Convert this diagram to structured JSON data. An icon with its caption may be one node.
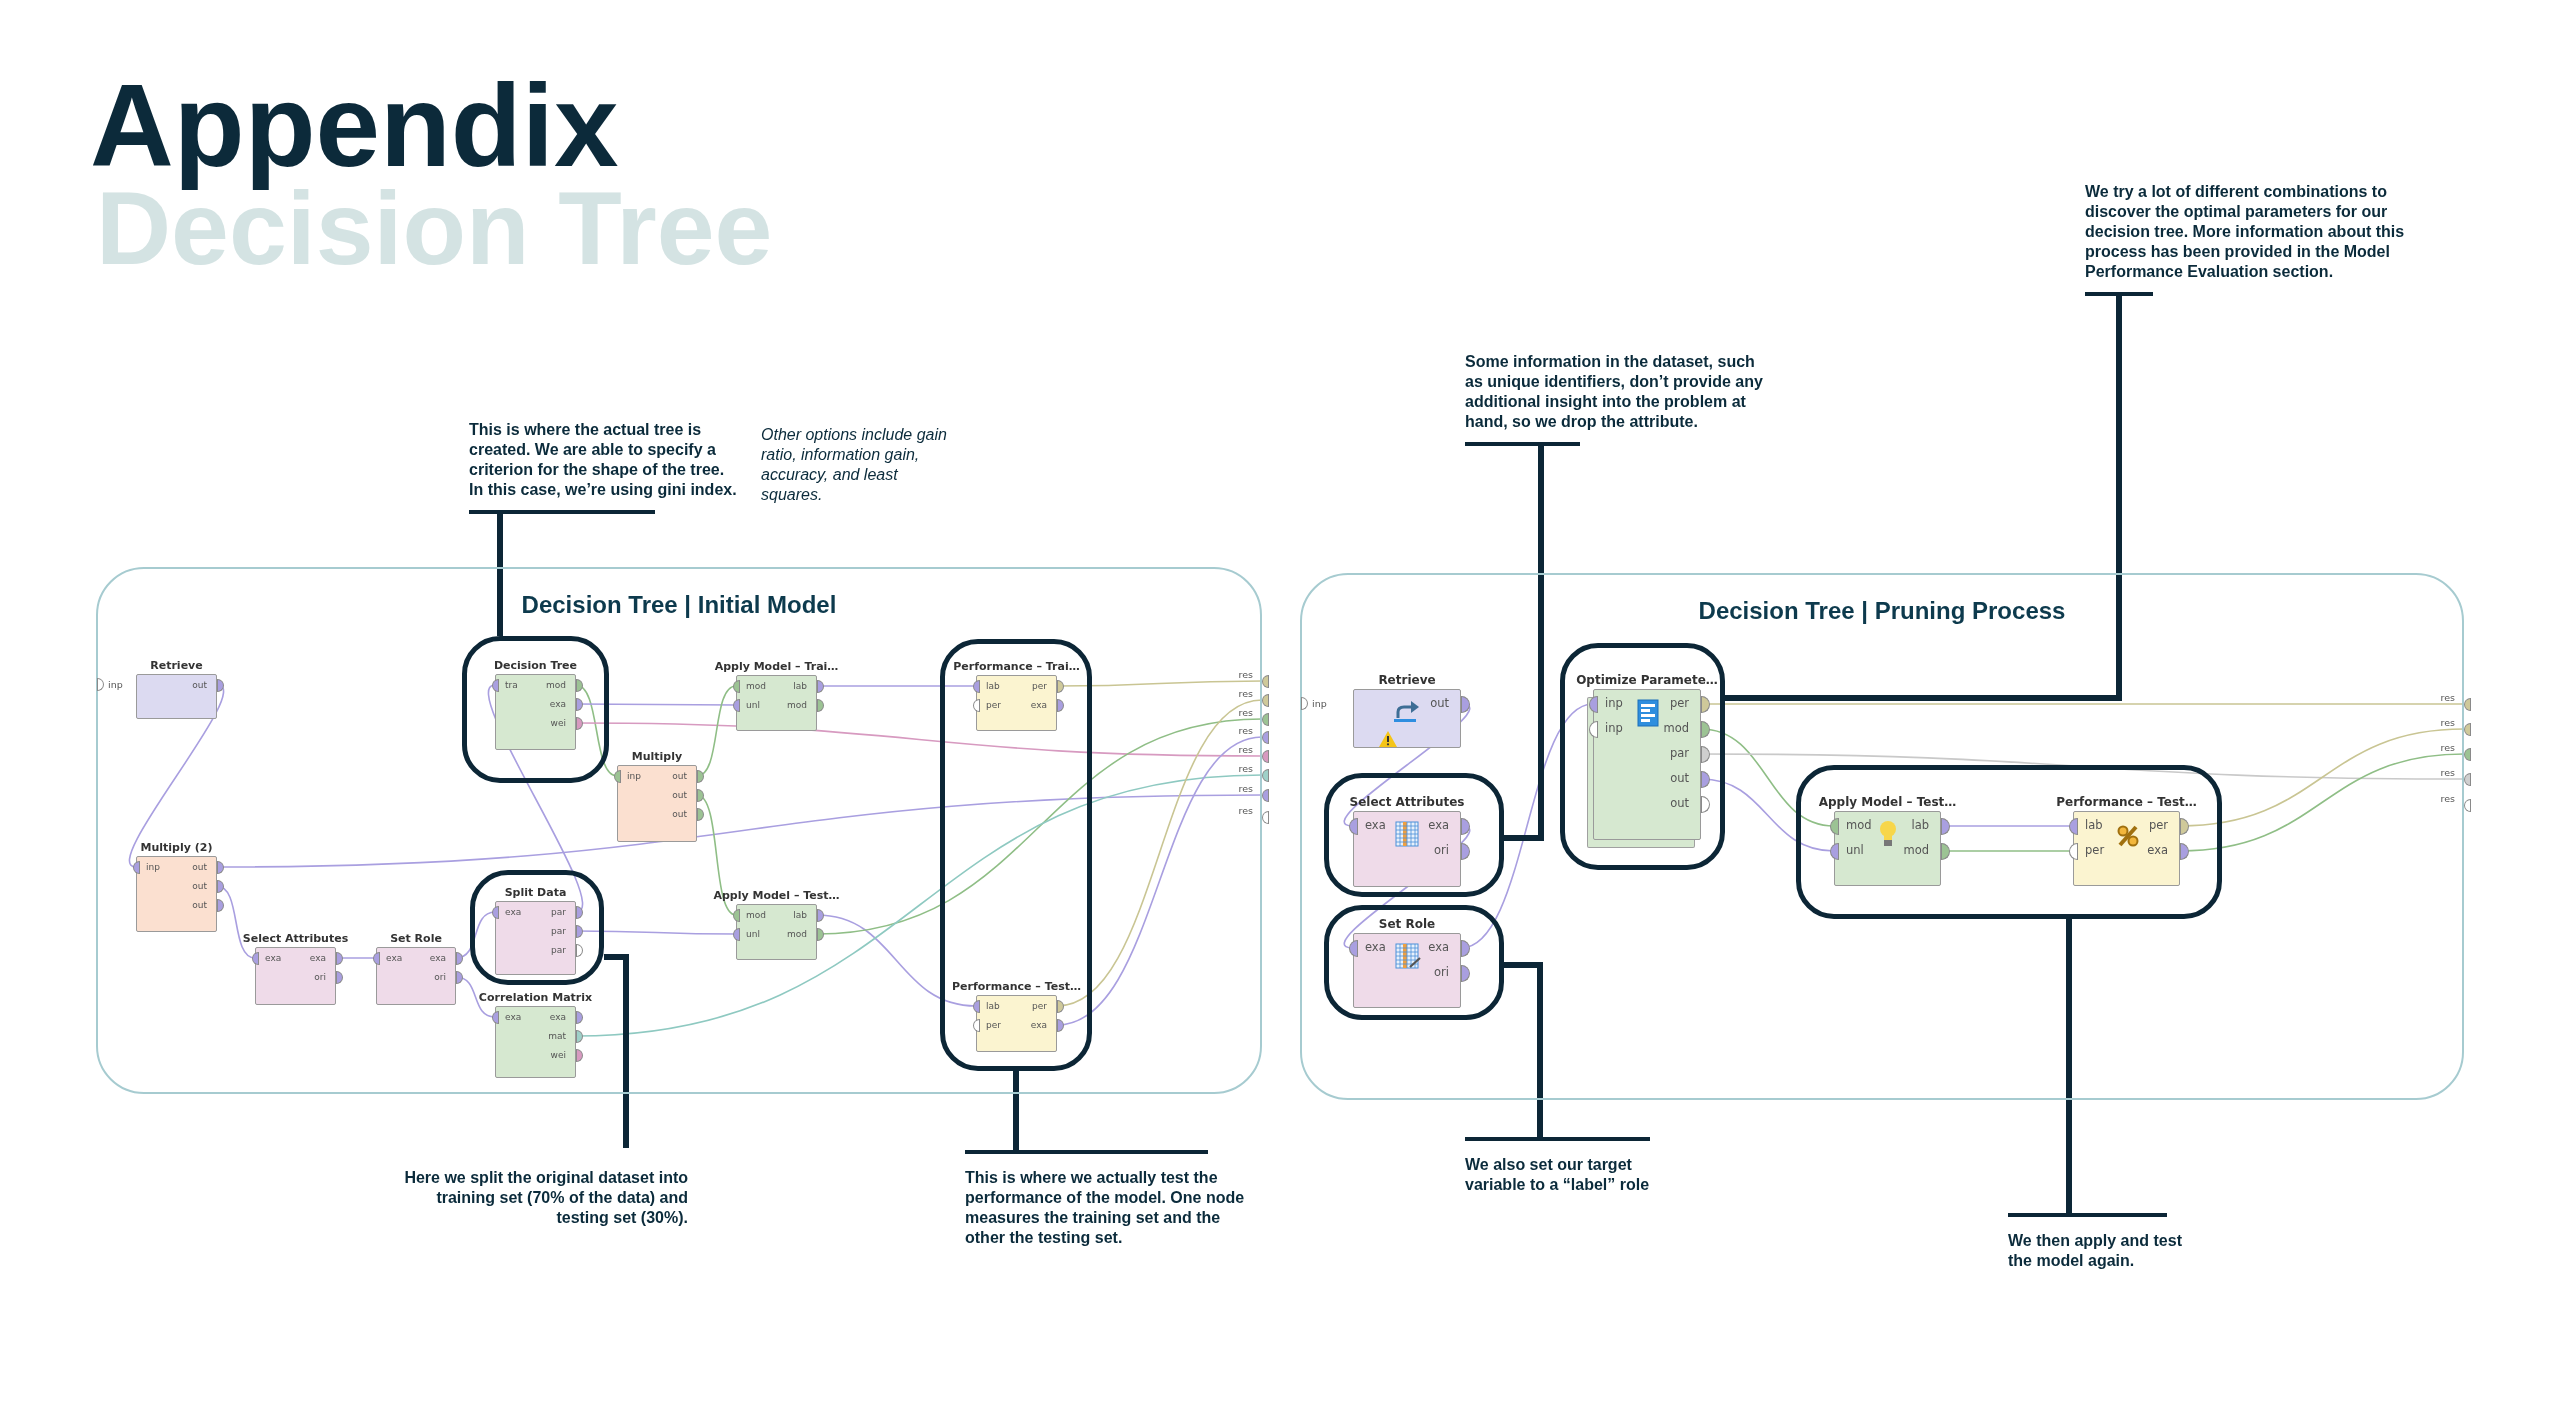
{
  "diagram": {
    "title": "Appendix",
    "nodes": [
      {
        "text": [
          "Decision Tree | Initial Model"
        ]
      },
      {
        "text": [
          "inp"
        ],
        "in": 0
      },
      {
        "text": [
          "Retrieve",
          "out"
        ],
        "in": 0
      },
      {
        "text": [],
        "shape": "box",
        "in": 0
      },
      {
        "text": [
          "Decision Tree",
          "tra",
          "mod",
          "exa",
          "wei"
        ],
        "in": 3
      },
      {
        "text": [
          "Apply Model – Trai…",
          "mod",
          "unl",
          "lab",
          "mod"
        ],
        "in": 0
      },
      {
        "text": [],
        "shape": "box",
        "in": 0
      },
      {
        "text": [
          "Performance – Trai…",
          "lab",
          "per",
          "per",
          "exa"
        ],
        "in": 6
      },
      {
        "text": [
          "Multiply",
          "inp",
          "out",
          "out",
          "out"
        ],
        "in": 0
      },
      {
        "text": [
          "Multiply (2)",
          "inp",
          "out",
          "out",
          "out"
        ],
        "in": 0
      },
      {
        "text": [],
        "shape": "box",
        "in": 0
      },
      {
        "text": [
          "Split Data",
          "exa",
          "par",
          "par",
          "par"
        ],
        "in": 10
      },
      {
        "text": [
          "Apply Model – Test…",
          "mod",
          "unl",
          "lab",
          "mod"
        ],
        "in": 0
      },
      {
        "text": [
          "Select Attributes",
          "exa",
          "exa",
          "ori"
        ],
        "in": 0
      },
      {
        "text": [
          "Set Role",
          "exa",
          "exa",
          "ori"
        ],
        "in": 0
      },
      {
        "text": [
          "Correlation Matrix",
          "exa",
          "exa",
          "mat",
          "wei"
        ],
        "in": 0
      },
      {
        "text": [
          "Performance – Test…",
          "lab",
          "per",
          "per",
          "exa"
        ],
        "in": 6
      },
      {
        "text": [
          "res"
        ],
        "in": 0
      },
      {
        "text": [
          "res"
        ],
        "in": 0
      },
      {
        "text": [
          "res"
        ],
        "in": 0
      },
      {
        "text": [
          "res"
        ],
        "in": 0
      },
      {
        "text": [
          "res"
        ],
        "in": 0
      },
      {
        "text": [
          "res"
        ],
        "in": 0
      },
      {
        "text": [
          "res"
        ],
        "in": 0
      },
      {
        "text": [
          "res"
        ],
        "in": 0
      },
      {
        "text": [
          "Decision Tree | Pruning Process"
        ]
      },
      {
        "text": [
          "inp"
        ],
        "in": 25
      },
      {
        "text": [
          "Retrieve",
          "out"
        ],
        "in": 25
      },
      {
        "text": [],
        "shape": "box",
        "in": 25
      },
      {
        "text": [
          "Select Attributes",
          "exa",
          "exa",
          "ori"
        ],
        "in": 28
      },
      {
        "text": [],
        "shape": "box",
        "in": 25
      },
      {
        "text": [
          "Optimize Paramete…",
          "inp",
          "inp",
          "per",
          "mod",
          "par",
          "out",
          "out"
        ],
        "in": 30
      },
      {
        "text": [],
        "shape": "box",
        "in": 25
      },
      {
        "text": [
          "Set Role",
          "exa",
          "exa",
          "ori"
        ],
        "in": 32
      },
      {
        "text": [],
        "shape": "box",
        "in": 25
      },
      {
        "text": [
          "Apply Model – Test…",
          "mod",
          "unl",
          "lab",
          "mod"
        ],
        "in": 34
      },
      {
        "text": [
          "Performance – Test…",
          "lab",
          "per",
          "per",
          "exa"
        ],
        "in": 34
      },
      {
        "text": [
          "res"
        ],
        "in": 25
      },
      {
        "text": [
          "res"
        ],
        "in": 25
      },
      {
        "text": [
          "res"
        ],
        "in": 25
      },
      {
        "text": [
          "res"
        ],
        "in": 25
      },
      {
        "text": [
          "res"
        ],
        "in": 25
      },
      {
        "text": [
          "This is where the actual tree is created. We are able to specify a criterion for the shape of the tree. In this case, we’re using gini index."
        ]
      },
      {
        "text": [
          "Here we split the original dataset into training set (70% of the data) and testing set (30%)."
        ]
      },
      {
        "text": [
          "This is where we actually test the performance of the model. One node measures the training set and the other the testing set."
        ]
      },
      {
        "text": [
          "Some information in the dataset, such as unique identifiers, don’t provide any additional insight into the problem at hand, so we drop the attribute."
        ]
      },
      {
        "text": [
          "We try a lot of different combinations to discover the optimal parameters for our decision tree. More information about this process has been provided in the Model Performance Evaluation section."
        ]
      },
      {
        "text": [
          "We also set our target variable to a “label” role"
        ]
      },
      {
        "text": [
          "We then apply and test the model again."
        ]
      }
    ],
    "edges": [
      {
        "from": 2,
        "to": 9,
        "arrow": "none"
      },
      {
        "from": 9,
        "to": 23,
        "arrow": "none"
      },
      {
        "from": 9,
        "to": 13,
        "arrow": "none"
      },
      {
        "from": 13,
        "to": 14,
        "arrow": "none"
      },
      {
        "from": 14,
        "to": 11,
        "arrow": "none"
      },
      {
        "from": 14,
        "to": 15,
        "arrow": "none"
      },
      {
        "from": 11,
        "to": 4,
        "arrow": "none"
      },
      {
        "from": 11,
        "to": 12,
        "arrow": "none"
      },
      {
        "from": 4,
        "to": 8,
        "arrow": "none",
        "color": "#8fbe86"
      },
      {
        "from": 4,
        "to": 5,
        "arrow": "none"
      },
      {
        "from": 4,
        "to": 21,
        "arrow": "none",
        "color": "#d79ac0"
      },
      {
        "from": 8,
        "to": 5,
        "arrow": "none",
        "color": "#8fbe86"
      },
      {
        "from": 8,
        "to": 12,
        "arrow": "none",
        "color": "#8fbe86"
      },
      {
        "from": 5,
        "to": 7,
        "arrow": "none"
      },
      {
        "from": 12,
        "to": 16,
        "arrow": "none"
      },
      {
        "from": 12,
        "to": 19,
        "arrow": "none",
        "color": "#8fbe86"
      },
      {
        "from": 15,
        "to": 22,
        "arrow": "none",
        "color": "#8ec9c1"
      },
      {
        "from": 7,
        "to": 17,
        "arrow": "none",
        "color": "#c9c593"
      },
      {
        "from": 16,
        "to": 18,
        "arrow": "none",
        "color": "#c9c593"
      },
      {
        "from": 16,
        "to": 20,
        "arrow": "none"
      },
      {
        "from": 27,
        "to": 29,
        "arrow": "none"
      },
      {
        "from": 29,
        "to": 33,
        "arrow": "none"
      },
      {
        "from": 33,
        "to": 31,
        "arrow": "none"
      },
      {
        "from": 31,
        "to": 37,
        "arrow": "none",
        "color": "#c9c593"
      },
      {
        "from": 31,
        "to": 35,
        "arrow": "none",
        "color": "#8fbe86"
      },
      {
        "from": 31,
        "to": 40,
        "arrow": "none",
        "color": "#c9c9c9"
      },
      {
        "from": 31,
        "to": 35,
        "arrow": "none"
      },
      {
        "from": 35,
        "to": 36,
        "arrow": "none"
      },
      {
        "from": 35,
        "to": 36,
        "arrow": "none",
        "color": "#8fbe86"
      },
      {
        "from": 36,
        "to": 38,
        "arrow": "none",
        "color": "#c9c593"
      },
      {
        "from": 36,
        "to": 39,
        "arrow": "none",
        "color": "#8fbe86"
      },
      {
        "from": 42,
        "to": 3,
        "arrow": "none",
        "style": "thick",
        "color": "#0c2636"
      },
      {
        "from": 43,
        "to": 10,
        "arrow": "none",
        "style": "thick",
        "color": "#0c2636"
      },
      {
        "from": 44,
        "to": 6,
        "arrow": "none",
        "style": "thick",
        "color": "#0c2636"
      },
      {
        "from": 45,
        "to": 28,
        "arrow": "none",
        "style": "thick",
        "color": "#0c2636"
      },
      {
        "from": 46,
        "to": 30,
        "arrow": "none",
        "style": "thick",
        "color": "#0c2636"
      },
      {
        "from": 47,
        "to": 32,
        "arrow": "none",
        "style": "thick",
        "color": "#0c2636"
      },
      {
        "from": 48,
        "to": 34,
        "arrow": "none",
        "style": "thick",
        "color": "#0c2636"
      }
    ],
    "labels": [
      "Decision Tree",
      "Other options include gain ratio, information gain, accuracy, and least squares."
    ]
  }
}
